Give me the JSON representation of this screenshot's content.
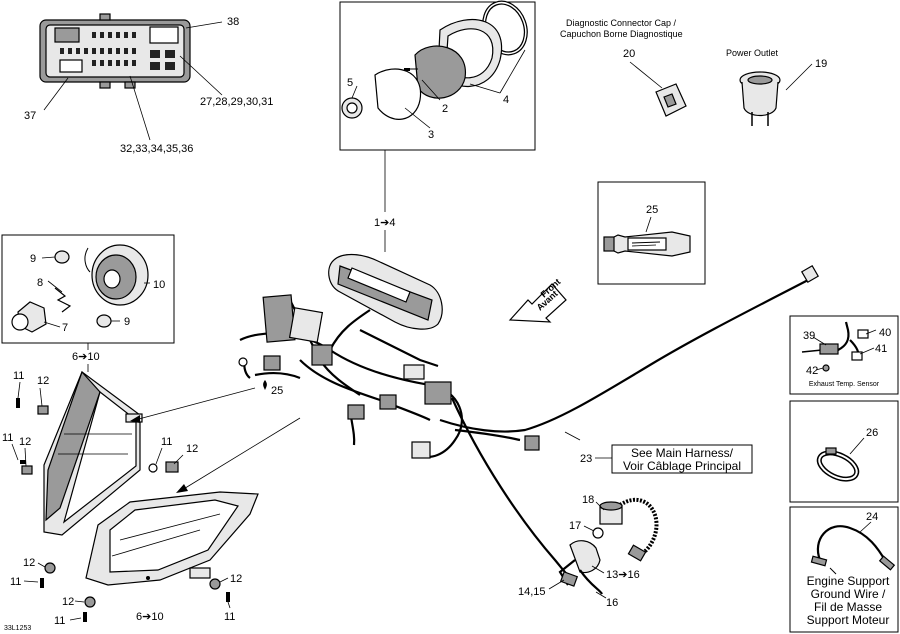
{
  "diagram": {
    "code": "33L1253",
    "callouts": {
      "c38": "38",
      "c37": "37",
      "c27_31": "27,28,29,30,31",
      "c32_36": "32,33,34,35,36",
      "c5": "5",
      "c2": "2",
      "c3": "3",
      "c4": "4",
      "c1_4": "1➔4",
      "c20": "20",
      "c19": "19",
      "c25": "25",
      "c9a": "9",
      "c8": "8",
      "c10": "10",
      "c7": "7",
      "c9b": "9",
      "c6_10a": "6➔10",
      "c25b": "25",
      "c11a": "11",
      "c12a": "12",
      "c11b": "11",
      "c12b": "12",
      "c11c": "11",
      "c12c": "12",
      "c12d": "12",
      "c11d": "11",
      "c12e": "12",
      "c11e": "11",
      "c12f": "12",
      "c11f": "11",
      "c6_10b": "6➔10",
      "c23": "23",
      "c18": "18",
      "c17": "17",
      "c13_16": "13➔16",
      "c14_15": "14,15",
      "c16": "16",
      "c39": "39",
      "c40": "40",
      "c41": "41",
      "c42": "42",
      "c26": "26",
      "c24": "24"
    },
    "texts": {
      "diag_cap_en": "Diagnostic Connector Cap /",
      "diag_cap_fr": "Capuchon Borne Diagnostique",
      "power_outlet": "Power Outlet",
      "front_en": "Front",
      "front_fr": "Avant",
      "harness_en": "See Main Harness/",
      "harness_fr": "Voir Câblage Principal",
      "exhaust_sensor": "Exhaust Temp. Sensor",
      "ground_l1": "Engine Support",
      "ground_l2": "Ground Wire /",
      "ground_l3": "Fil de Masse",
      "ground_l4": "Support Moteur"
    }
  }
}
